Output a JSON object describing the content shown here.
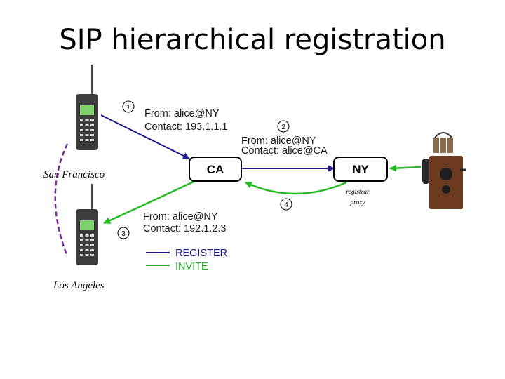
{
  "title": "SIP hierarchical registration",
  "nodes": {
    "ca": "CA",
    "ny": "NY",
    "ny_caption_line1": "registrar",
    "ny_caption_line2": "proxy"
  },
  "cities": {
    "san_francisco": "San Francisco",
    "los_angeles": "Los Angeles"
  },
  "steps": [
    {
      "num": "1",
      "from": "From: alice@NY",
      "contact": "Contact: 193.1.1.1"
    },
    {
      "num": "2",
      "from": "From: alice@NY",
      "contact": "Contact: alice@CA"
    },
    {
      "num": "3",
      "from": "From: alice@NY",
      "contact": "Contact: 192.1.2.3"
    },
    {
      "num": "4"
    }
  ],
  "legend": {
    "register": "REGISTER",
    "invite": "INVITE"
  },
  "colors": {
    "register": "#1a1a8a",
    "invite": "#22bb22",
    "movement": "#7a2a9a",
    "box_fill": "#ffffff"
  }
}
